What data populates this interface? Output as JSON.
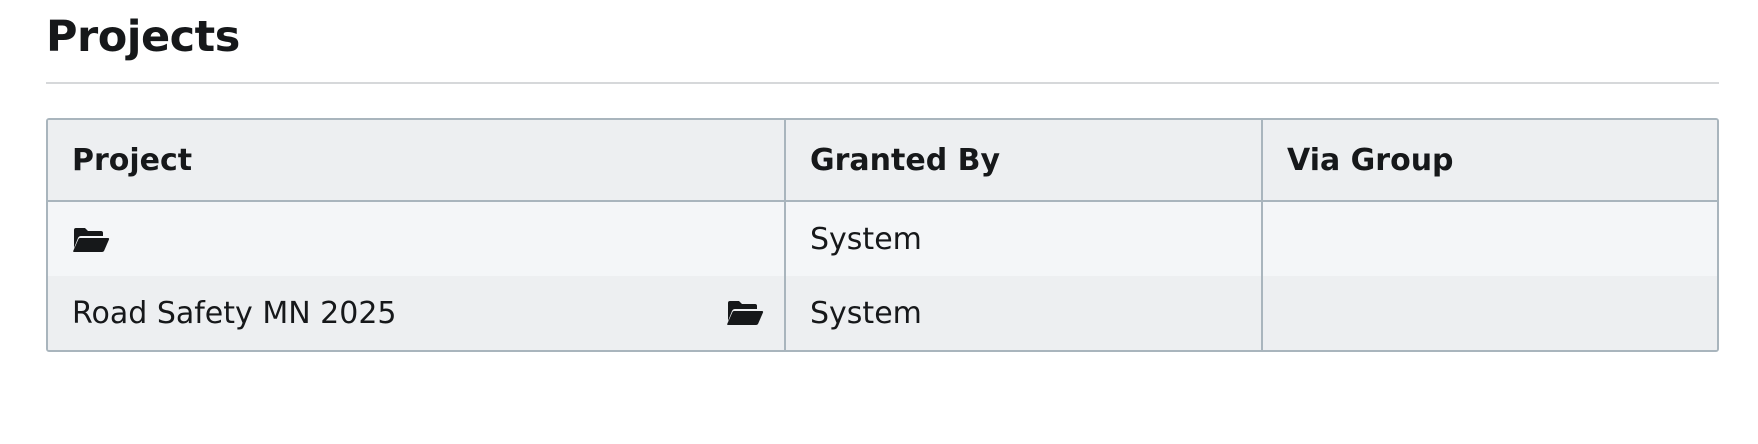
{
  "page": {
    "title": "Projects"
  },
  "table": {
    "columns": [
      "Project",
      "Granted By",
      "Via Group"
    ],
    "rows": [
      {
        "project": "",
        "icon": "folder-open-icon",
        "icon_position": "left",
        "granted_by": "System",
        "via_group": ""
      },
      {
        "project": "Road Safety MN 2025",
        "icon": "folder-open-icon",
        "icon_position": "right",
        "granted_by": "System",
        "via_group": ""
      }
    ]
  },
  "colors": {
    "border": "#a9b5bd",
    "header_bg": "#edeff1",
    "row_alt_bg": "#f4f6f8",
    "text": "#16181a"
  }
}
